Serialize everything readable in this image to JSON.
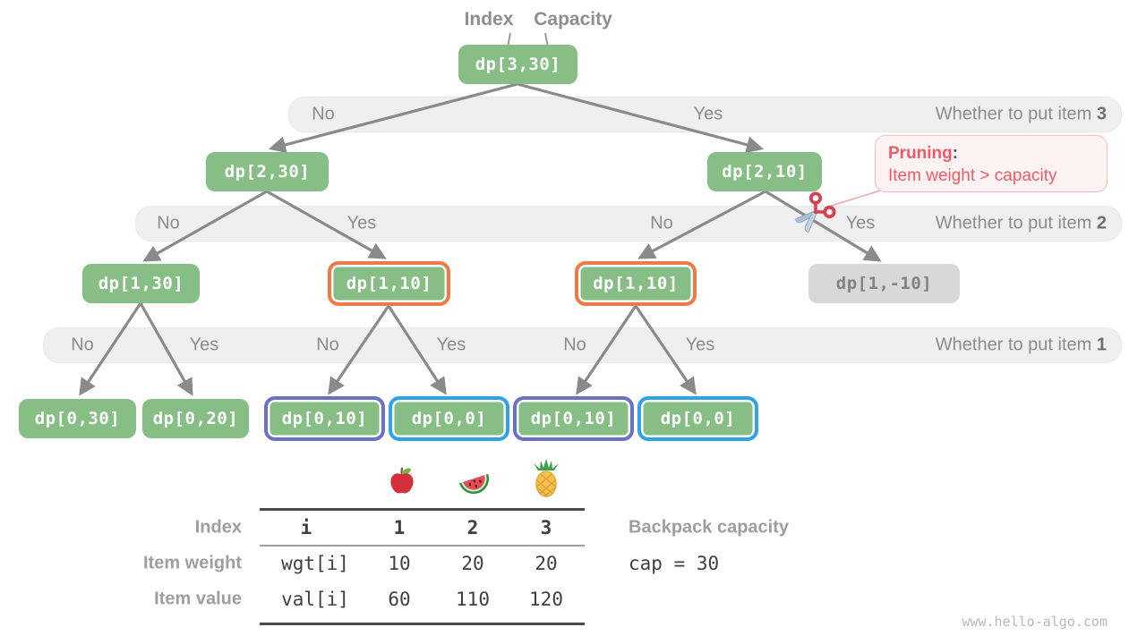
{
  "header": {
    "index_label": "Index",
    "capacity_label": "Capacity"
  },
  "tree": {
    "nodes": [
      {
        "id": "dp-3-30",
        "label": "dp[3,30]",
        "style": "green"
      },
      {
        "id": "dp-2-30",
        "label": "dp[2,30]",
        "style": "green"
      },
      {
        "id": "dp-2-10",
        "label": "dp[2,10]",
        "style": "green"
      },
      {
        "id": "dp-1-30",
        "label": "dp[1,30]",
        "style": "green"
      },
      {
        "id": "dp-1-10-a",
        "label": "dp[1,10]",
        "style": "orange-ring"
      },
      {
        "id": "dp-1-10-b",
        "label": "dp[1,10]",
        "style": "orange-ring"
      },
      {
        "id": "dp-1-n10",
        "label": "dp[1,-10]",
        "style": "gray-disabled"
      },
      {
        "id": "dp-0-30",
        "label": "dp[0,30]",
        "style": "green"
      },
      {
        "id": "dp-0-20",
        "label": "dp[0,20]",
        "style": "green"
      },
      {
        "id": "dp-0-10-a",
        "label": "dp[0,10]",
        "style": "purple-ring"
      },
      {
        "id": "dp-0-0-a",
        "label": "dp[0,0]",
        "style": "blue-ring"
      },
      {
        "id": "dp-0-10-b",
        "label": "dp[0,10]",
        "style": "purple-ring"
      },
      {
        "id": "dp-0-0-b",
        "label": "dp[0,0]",
        "style": "blue-ring"
      }
    ]
  },
  "bands": [
    {
      "caption": "Whether to put item ",
      "item": "3",
      "labels": [
        "No",
        "Yes"
      ]
    },
    {
      "caption": "Whether to put item ",
      "item": "2",
      "labels": [
        "No",
        "Yes",
        "No",
        "Yes"
      ]
    },
    {
      "caption": "Whether to put item ",
      "item": "1",
      "labels": [
        "No",
        "Yes",
        "No",
        "Yes",
        "No",
        "Yes"
      ]
    }
  ],
  "pruning_note": {
    "title": "Pruning",
    "colon": ":",
    "description": "Item weight > capacity"
  },
  "items_table": {
    "fruit_icons": [
      "apple-icon",
      "watermelon-icon",
      "pineapple-icon"
    ],
    "row_labels": [
      "Index",
      "Item weight",
      "Item value"
    ],
    "header_cells": [
      "i",
      "1",
      "2",
      "3"
    ],
    "weight_row": [
      "wgt[i]",
      "10",
      "20",
      "20"
    ],
    "value_row": [
      "val[i]",
      "60",
      "110",
      "120"
    ]
  },
  "backpack": {
    "label": "Backpack capacity",
    "value": "cap = 30"
  },
  "watermark": "www.hello-algo.com",
  "colors": {
    "node_green": "#86be85",
    "node_disabled_bg": "#d8d8d8",
    "ring_orange": "#ed7b47",
    "ring_purple": "#6b72c4",
    "ring_blue": "#2fa2e9",
    "pruning_red": "#ee5a66",
    "band_bg": "#efefef",
    "arrow_gray": "#8a8a8a"
  }
}
